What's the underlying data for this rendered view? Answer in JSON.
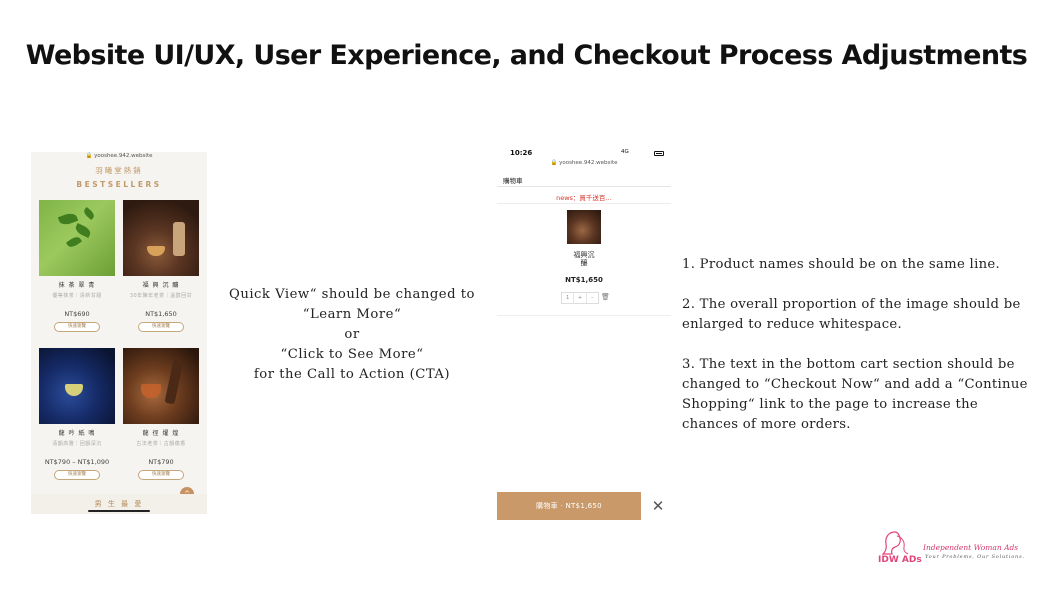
{
  "slide": {
    "title": "Website UI/UX, User Experience, and Checkout Process Adjustments"
  },
  "phone1": {
    "url": "🔒 yooshee.942.website",
    "brand_cn": "羽曦堂熱銷",
    "brand_en": "BESTSELLERS",
    "products": [
      {
        "name": "抹 茶 翠 青",
        "subtitle": "優等抹茶｜清新甘甜",
        "price": "NT$690",
        "button": "快速瀏覽"
      },
      {
        "name": "福 興 沉 釀",
        "subtitle": "30年陳年老茶｜溫醇回甘",
        "price": "NT$1,650",
        "button": "快速瀏覽"
      },
      {
        "name": "龍 吟 紙 鳴",
        "subtitle": "淸韻高雅｜回韻深沉",
        "price": "NT$790 – NT$1,090",
        "button": "快速瀏覽"
      },
      {
        "name": "龍 徑 燿 煌",
        "subtitle": "古法老茶｜古韻蘊香",
        "price": "NT$790",
        "button": "快速瀏覽"
      }
    ],
    "bottom_text": "男 生 最 愛",
    "scroll_top": "^"
  },
  "center_note": {
    "lines": [
      "Quick View“ should be changed to",
      "“Learn More“",
      "or",
      "“Click to See More“",
      "for the Call to Action (CTA)"
    ]
  },
  "phone2": {
    "time": "10:26",
    "status": "4G",
    "url": "🔒 yooshee.942.website",
    "cart_title": "購物車",
    "news": "news：買千送百…",
    "item_name_line1": "福興沉",
    "item_name_line2": "釀",
    "item_price": "NT$1,650",
    "stepper": [
      "1",
      "+",
      "–"
    ],
    "trash": "🗑",
    "cart_bar": "購物車 · NT$1,650",
    "close": "✕"
  },
  "notes": {
    "items": [
      "1. Product names should be on the same line.",
      "2. The overall proportion of the image should be enlarged to reduce whitespace.",
      "3. The text in the bottom cart section should be changed to “Checkout Now“ and add a “Continue Shopping“ link to the page to increase the chances of more orders."
    ]
  },
  "logo": {
    "mark": "IDW ADs",
    "name": "Independent Woman Ads",
    "tagline": "Your Problems, Our Solutions."
  },
  "colors": {
    "accent_gold": "#c09a6b",
    "cart_bar": "#c9996a",
    "news_red": "#d9352b",
    "logo_pink": "#e2457a"
  }
}
